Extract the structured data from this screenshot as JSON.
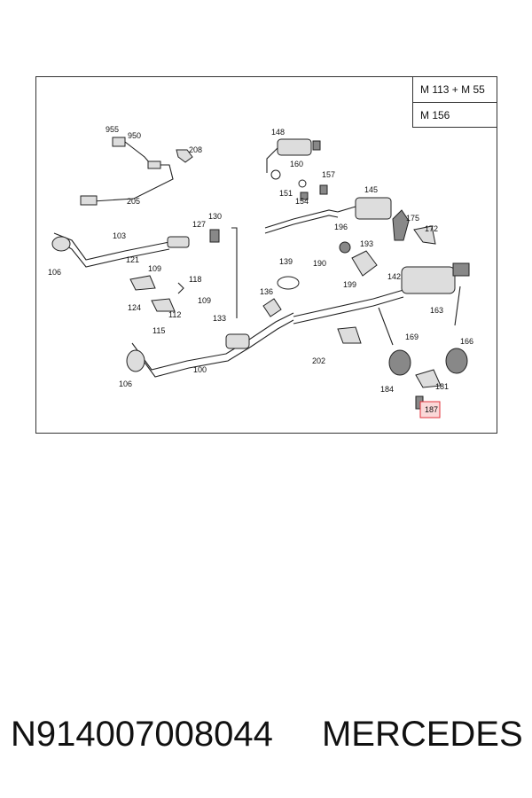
{
  "variants": {
    "row1": "M 113 + M 55",
    "row2": "M 156"
  },
  "footer": {
    "part_number": "N914007008044",
    "brand": "MERCEDES"
  },
  "callouts": [
    "955",
    "950",
    "208",
    "148",
    "160",
    "157",
    "151",
    "154",
    "145",
    "205",
    "127",
    "130",
    "175",
    "103",
    "196",
    "193",
    "172",
    "139",
    "190",
    "121",
    "109",
    "118",
    "142",
    "106",
    "199",
    "136",
    "124",
    "112",
    "109",
    "133",
    "115",
    "163",
    "169",
    "166",
    "202",
    "100",
    "184",
    "181",
    "106",
    "187"
  ],
  "highlight": {
    "callout": "187",
    "color": "#e0303a"
  }
}
